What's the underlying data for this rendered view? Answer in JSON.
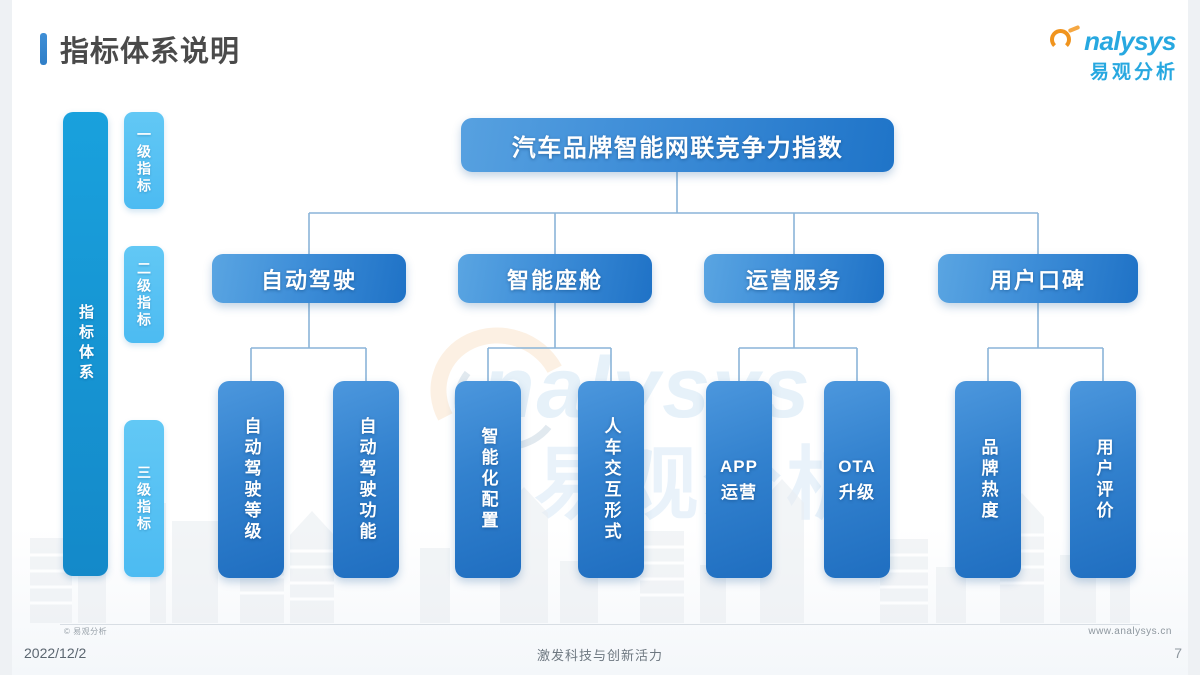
{
  "header": {
    "title": "指标体系说明",
    "logo": {
      "name_en": "nalysys",
      "name_cn": "易观分析",
      "swirl_icon": "analysys-a-swirl-icon",
      "accent_orange": "#f0941e",
      "accent_blue": "#27a8e0"
    }
  },
  "sidebar": {
    "rail_label": "指标体系",
    "levels": [
      {
        "label": "一级指标"
      },
      {
        "label": "二级指标"
      },
      {
        "label": "三级指标"
      }
    ]
  },
  "chart_data": {
    "type": "diagram",
    "subtype": "hierarchy-tree",
    "title": "指标体系说明",
    "levels": [
      "一级指标",
      "二级指标",
      "三级指标"
    ],
    "root": {
      "label": "汽车品牌智能网联竞争力指数",
      "level": 1,
      "children": [
        {
          "label": "自动驾驶",
          "level": 2,
          "children": [
            {
              "label": "自动驾驶等级",
              "level": 3,
              "orientation": "vertical"
            },
            {
              "label": "自动驾驶功能",
              "level": 3,
              "orientation": "vertical"
            }
          ]
        },
        {
          "label": "智能座舱",
          "level": 2,
          "children": [
            {
              "label": "智能化配置",
              "level": 3,
              "orientation": "vertical"
            },
            {
              "label": "人车交互形式",
              "level": 3,
              "orientation": "vertical"
            }
          ]
        },
        {
          "label": "运营服务",
          "level": 2,
          "children": [
            {
              "label": "APP\n运营",
              "level": 3,
              "orientation": "horizontal",
              "line1": "APP",
              "line2": "运营"
            },
            {
              "label": "OTA\n升级",
              "level": 3,
              "orientation": "horizontal",
              "line1": "OTA",
              "line2": "升级"
            }
          ]
        },
        {
          "label": "用户口碑",
          "level": 2,
          "children": [
            {
              "label": "品牌热度",
              "level": 3,
              "orientation": "vertical"
            },
            {
              "label": "用户评价",
              "level": 3,
              "orientation": "vertical"
            }
          ]
        }
      ]
    },
    "colors": {
      "rail": "#1489c9",
      "chip": "#4cbbf2",
      "node_l1_from": "#57a1e0",
      "node_l1_to": "#1f74c8",
      "node_l3_to": "#1f6ec0",
      "connector": "#8ab4d8"
    }
  },
  "watermark": {
    "text_en": "nalysys",
    "text_cn": "易观分析"
  },
  "footer": {
    "copyright": "© 易观分析",
    "date": "2022/12/2",
    "slogan": "激发科技与创新活力",
    "site": "www.analysys.cn",
    "page_number": "7"
  }
}
